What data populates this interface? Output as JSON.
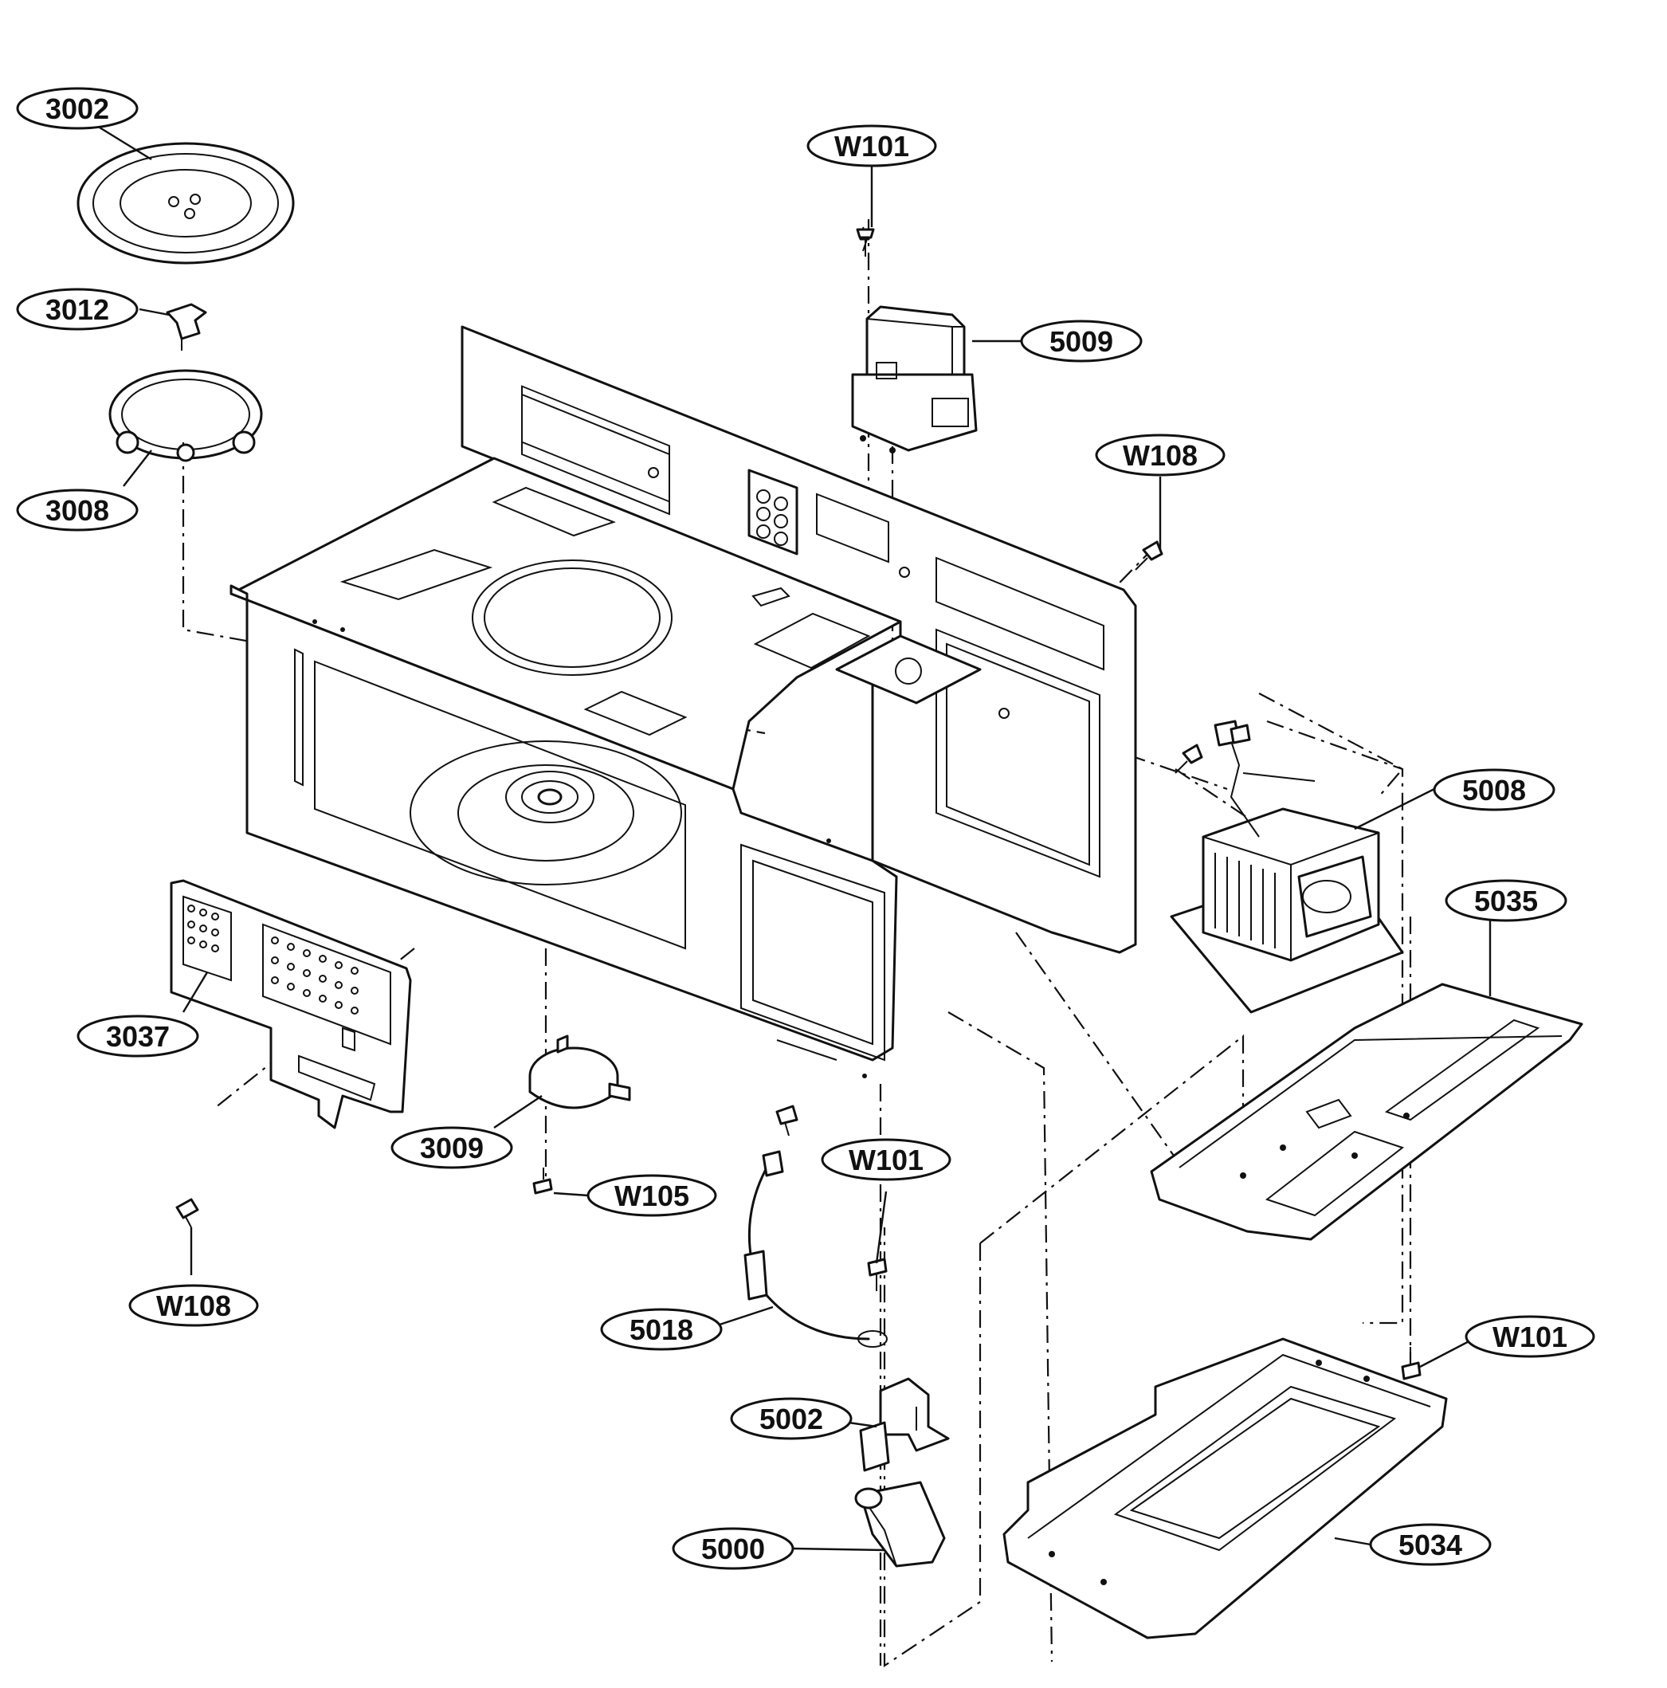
{
  "callouts": {
    "c3002": "3002",
    "c3012": "3012",
    "c3008": "3008",
    "c3037": "3037",
    "c3009": "3009",
    "cW105": "W105",
    "cW108a": "W108",
    "cW101a": "W101",
    "c5009": "5009",
    "cW108b": "W108",
    "c5008": "5008",
    "c5035": "5035",
    "cW101b": "W101",
    "c5018": "5018",
    "c5002": "5002",
    "c5000": "5000",
    "cW101c": "W101",
    "c5034": "5034"
  }
}
